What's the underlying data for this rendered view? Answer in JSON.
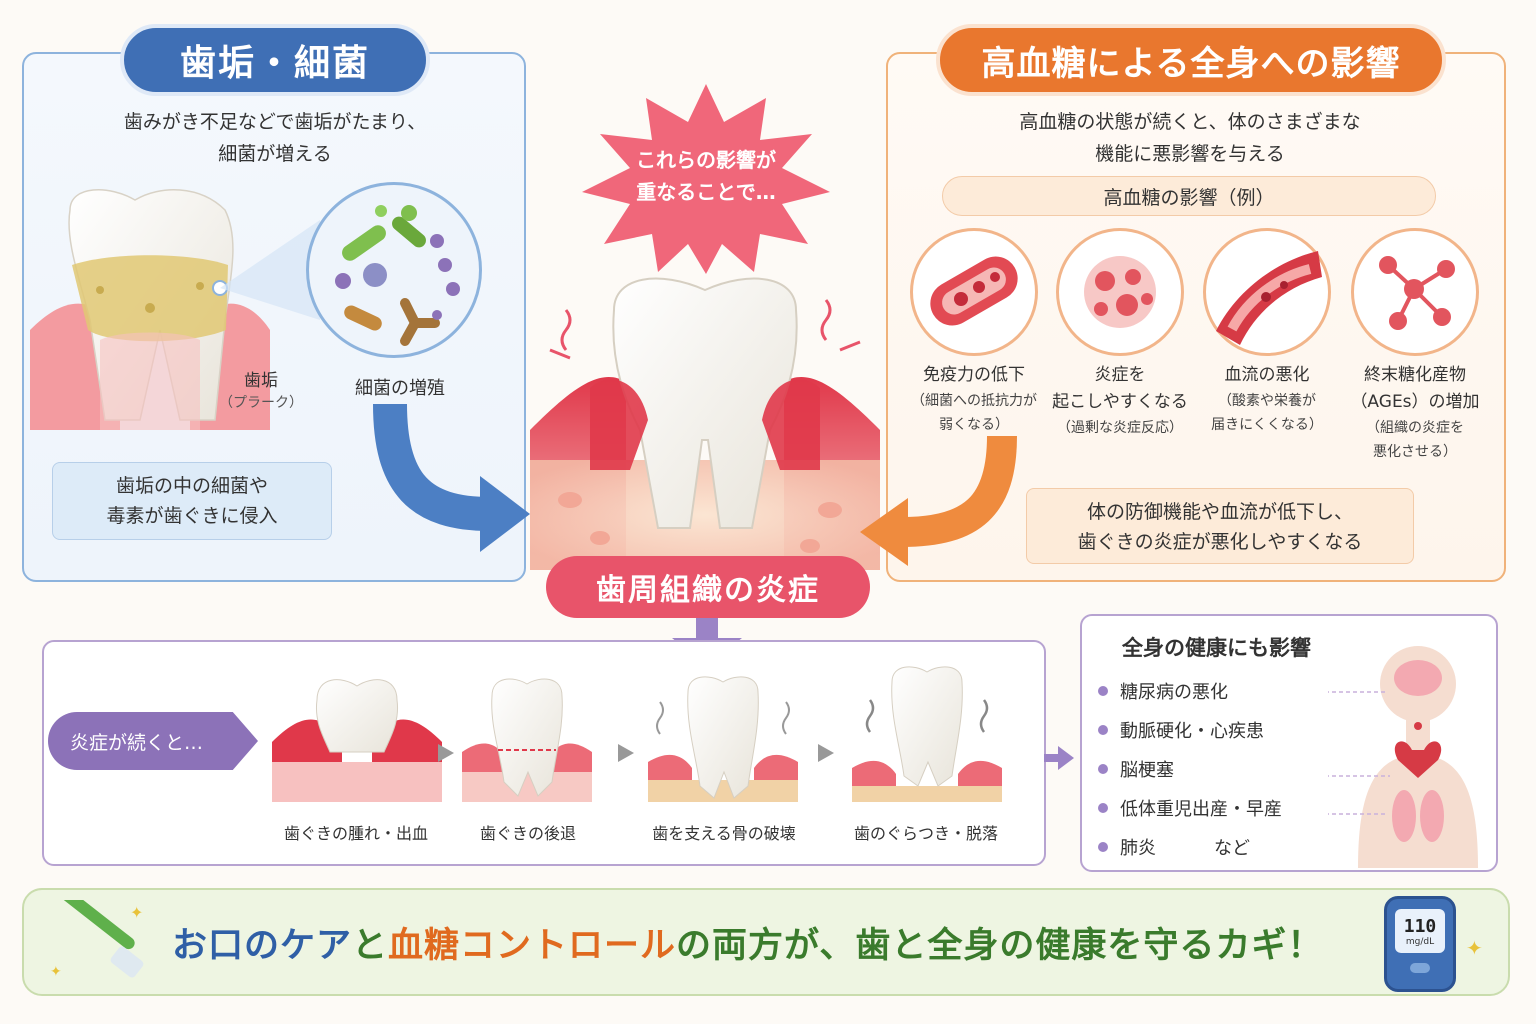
{
  "left": {
    "title": "歯垢・細菌",
    "description_line1": "歯みがき不足などで歯垢がたまり、",
    "description_line2": "細菌が増える",
    "plaque_label": "歯垢",
    "plaque_note": "（プラーク）",
    "bacteria_label": "細菌の増殖",
    "callout_line1": "歯垢の中の細菌や",
    "callout_line2": "毒素が歯ぐきに侵入"
  },
  "center": {
    "burst_line1": "これらの影響が",
    "burst_line2": "重なることで…",
    "result_label": "歯周組織の炎症"
  },
  "right": {
    "title": "高血糖による全身への影響",
    "description_line1": "高血糖の状態が続くと、体のさまざまな",
    "description_line2": "機能に悪影響を与える",
    "sub_header": "高血糖の影響（例）",
    "effects": [
      {
        "title": [
          "免疫力の低下"
        ],
        "note": [
          "（細菌への抵抗力が",
          "弱くなる）"
        ],
        "icon": "blood-vessel-immunity-icon"
      },
      {
        "title": [
          "炎症を",
          "起こしやすくなる"
        ],
        "note": [
          "（過剰な炎症反応）"
        ],
        "icon": "inflammation-cells-icon"
      },
      {
        "title": [
          "血流の悪化"
        ],
        "note": [
          "（酸素や栄養が",
          "届きにくくなる）"
        ],
        "icon": "blood-vessel-flow-icon"
      },
      {
        "title": [
          "終末糖化産物",
          "（AGEs）の増加"
        ],
        "note": [
          "（組織の炎症を",
          "悪化させる）"
        ],
        "icon": "molecule-icon"
      }
    ],
    "callout_line1": "体の防御機能や血流が低下し、",
    "callout_line2": "歯ぐきの炎症が悪化しやすくなる"
  },
  "progression": {
    "tag": "炎症が続くと…",
    "stages": [
      "歯ぐきの腫れ・出血",
      "歯ぐきの後退",
      "歯を支える骨の破壊",
      "歯のぐらつき・脱落"
    ]
  },
  "health": {
    "title": "全身の健康にも影響",
    "items": [
      "糖尿病の悪化",
      "動脈硬化・心疾患",
      "脳梗塞",
      "低体重児出産・早産",
      "肺炎"
    ],
    "etc": "など"
  },
  "banner": {
    "part1": "お口のケア",
    "part2": "と",
    "part3": "血糖コントロール",
    "part4": "の両方が、歯と全身の健康を守るカギ！",
    "meter_value": "110",
    "meter_unit": "mg/dL"
  },
  "colors": {
    "left_accent": "#3f6fb5",
    "right_accent": "#e9772e",
    "center_accent": "#e8546a",
    "progression_accent": "#8c72b8",
    "banner_bg": "#eef5e2"
  }
}
